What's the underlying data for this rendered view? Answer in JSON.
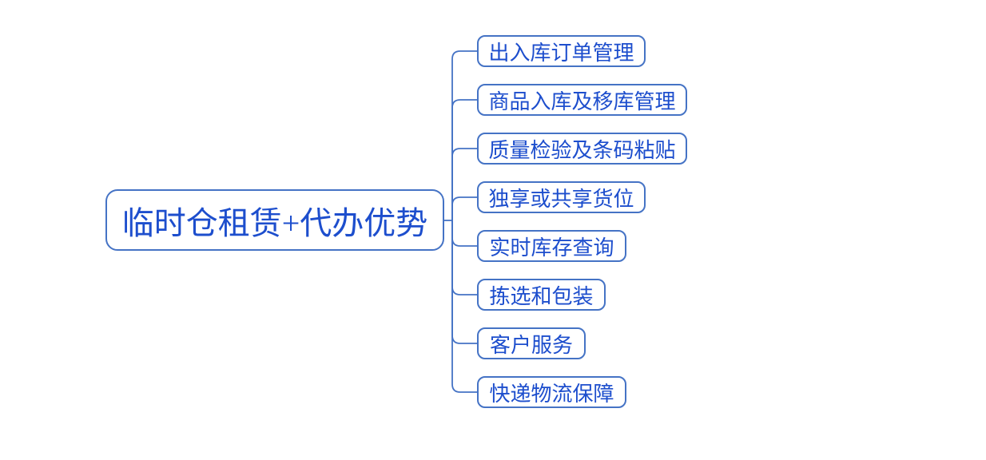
{
  "mindmap": {
    "root": {
      "label": "临时仓租赁+代办优势"
    },
    "children": [
      {
        "label": "出入库订单管理"
      },
      {
        "label": "商品入库及移库管理"
      },
      {
        "label": "质量检验及条码粘贴"
      },
      {
        "label": "独享或共享货位"
      },
      {
        "label": "实时库存查询"
      },
      {
        "label": "拣选和包装"
      },
      {
        "label": "客户服务"
      },
      {
        "label": "快递物流保障"
      }
    ],
    "colors": {
      "border": "#4573c5",
      "text": "#1d4ecd",
      "background": "#ffffff"
    }
  }
}
